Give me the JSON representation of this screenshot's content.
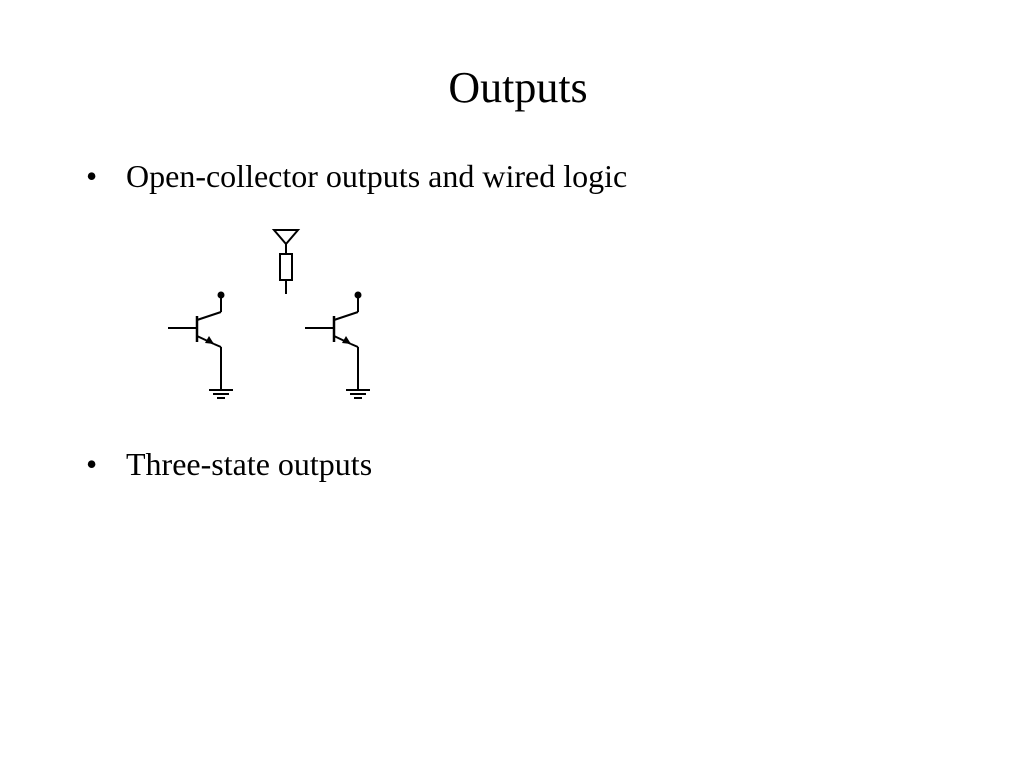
{
  "slide": {
    "title": "Outputs",
    "bullet_symbol": "•",
    "bullets": [
      {
        "text": "Open-collector outputs and wired logic"
      },
      {
        "text": "Three-state outputs"
      }
    ]
  },
  "figure": {
    "circuit": {
      "components": [
        "pull-up-resistor",
        "vcc-supply",
        "npn-transistor",
        "npn-transistor",
        "ground",
        "ground"
      ],
      "stroke_color": "#000000"
    }
  }
}
